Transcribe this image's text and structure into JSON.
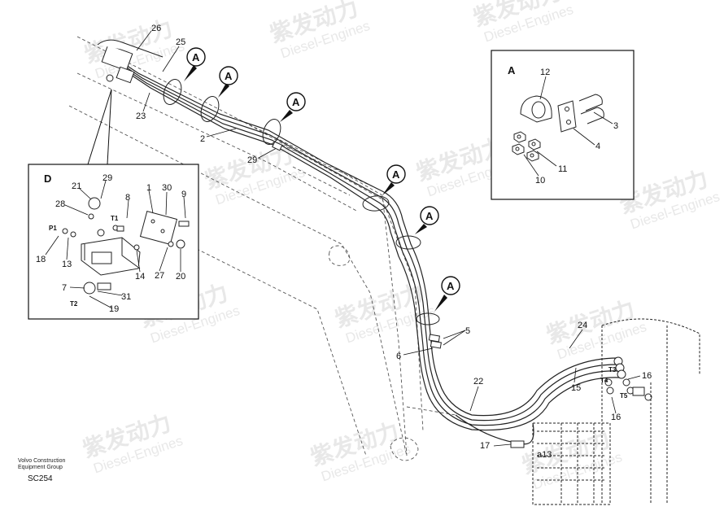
{
  "watermark": {
    "brand": "紫发动力",
    "sub": "Diesel-Engines"
  },
  "caption": {
    "line1": "Volvo Construction",
    "line2": "Equipment Group",
    "code": "SC254"
  },
  "detail_D": {
    "title": "D",
    "labels": [
      "21",
      "29",
      "28",
      "8",
      "1",
      "30",
      "9",
      "P1",
      "T1",
      "18",
      "13",
      "14",
      "27",
      "20",
      "7",
      "31",
      "T2",
      "19"
    ]
  },
  "detail_A": {
    "title": "A",
    "labels": [
      "12",
      "3",
      "4",
      "11",
      "10"
    ]
  },
  "main_labels": [
    "26",
    "25",
    "23",
    "2",
    "29",
    "5",
    "6",
    "22",
    "24",
    "16",
    "15",
    "T3",
    "T4",
    "T5",
    "16",
    "17",
    "a13"
  ],
  "section_marks": [
    "A",
    "A",
    "A",
    "A",
    "A",
    "A"
  ]
}
